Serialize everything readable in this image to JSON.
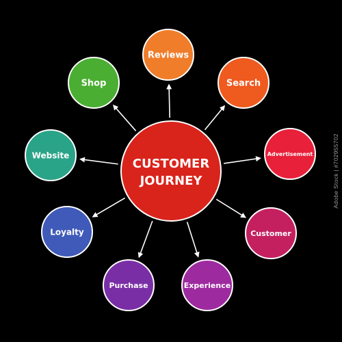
{
  "center": {
    "label_lines": [
      "CUSTOMER",
      "JOURNEY"
    ],
    "color": "#d9241c"
  },
  "nodes": [
    {
      "label": "Reviews",
      "color": "#f07d2a"
    },
    {
      "label": "Search",
      "color": "#ef5a1f"
    },
    {
      "label": "Advertisement",
      "color": "#e8203a"
    },
    {
      "label": "Customer",
      "color": "#c42060"
    },
    {
      "label": "Experience",
      "color": "#9e2aa0"
    },
    {
      "label": "Purchase",
      "color": "#7a2ea6"
    },
    {
      "label": "Loyalty",
      "color": "#3f5ab8"
    },
    {
      "label": "Website",
      "color": "#2aa488"
    },
    {
      "label": "Shop",
      "color": "#4aae32"
    }
  ],
  "watermark": "Adobe Stock | #702955702"
}
